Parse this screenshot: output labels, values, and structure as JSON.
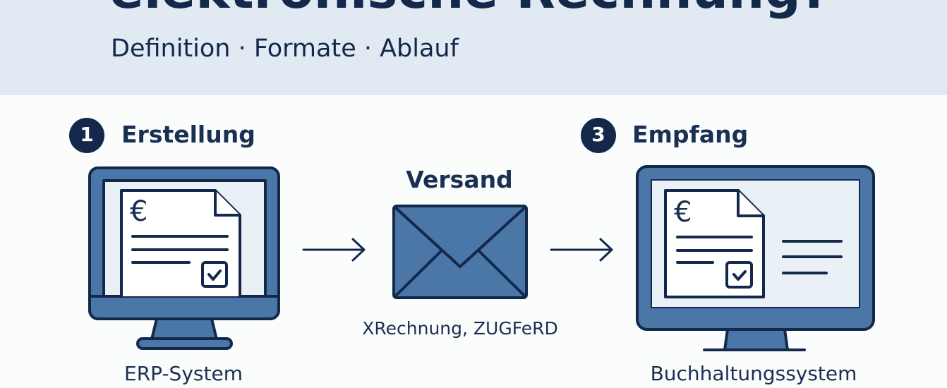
{
  "header": {
    "title": "elektronische Rechnung?",
    "subtitle": "Definition · Formate · Ablauf"
  },
  "steps": [
    {
      "number": "1",
      "title": "Erstellung",
      "caption": "ERP-System"
    },
    {
      "title": "Versand",
      "caption": "XRechnung, ZUGFeRD"
    },
    {
      "number": "3",
      "title": "Empfang",
      "caption": "Buchhaltungssystem"
    }
  ],
  "icons": {
    "currency": "€",
    "monitor": "monitor-icon",
    "document": "invoice-document-icon",
    "envelope": "envelope-icon",
    "arrow": "arrow-right-icon",
    "checkbox": "checkbox-checked-icon"
  },
  "colors": {
    "navy": "#14284b",
    "blue": "#4a77a8",
    "screen": "#eaf1f6",
    "header_bg": "#e1eaf2"
  }
}
